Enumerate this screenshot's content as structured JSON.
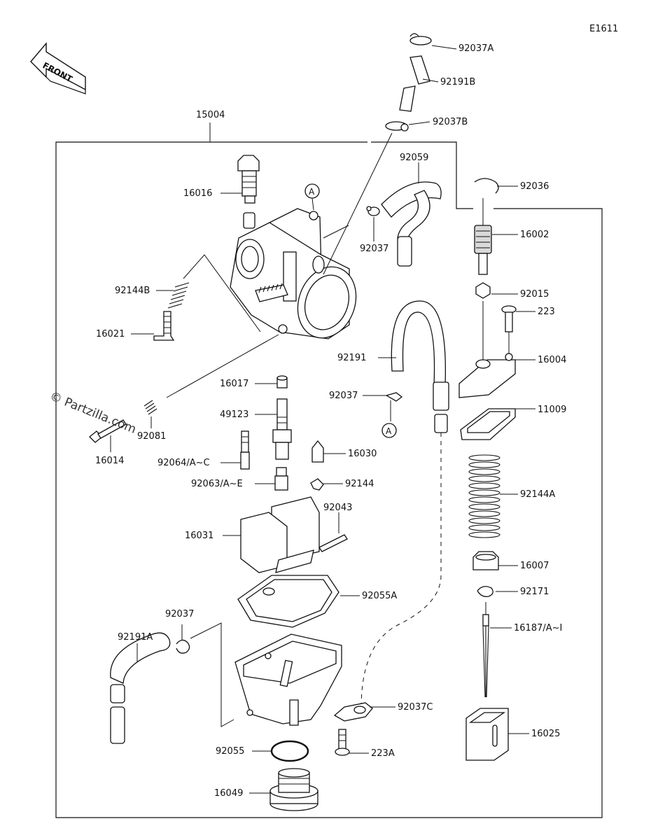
{
  "diagram": {
    "code": "E1611",
    "front_label": "FRONT",
    "watermark": "© Partzilla.com",
    "parts": [
      {
        "id": "92037A"
      },
      {
        "id": "92191B"
      },
      {
        "id": "92037B"
      },
      {
        "id": "15004"
      },
      {
        "id": "92059"
      },
      {
        "id": "92036"
      },
      {
        "id": "16016"
      },
      {
        "id": "A"
      },
      {
        "id": "92037"
      },
      {
        "id": "16002"
      },
      {
        "id": "92144B"
      },
      {
        "id": "92015"
      },
      {
        "id": "223"
      },
      {
        "id": "16021"
      },
      {
        "id": "92191"
      },
      {
        "id": "16004"
      },
      {
        "id": "16017"
      },
      {
        "id": "92037"
      },
      {
        "id": "11009"
      },
      {
        "id": "49123"
      },
      {
        "id": "A"
      },
      {
        "id": "92081"
      },
      {
        "id": "16014"
      },
      {
        "id": "92064/A~C"
      },
      {
        "id": "16030"
      },
      {
        "id": "92063/A~E"
      },
      {
        "id": "92144"
      },
      {
        "id": "92144A"
      },
      {
        "id": "92043"
      },
      {
        "id": "16031"
      },
      {
        "id": "16007"
      },
      {
        "id": "92055A"
      },
      {
        "id": "92171"
      },
      {
        "id": "92037"
      },
      {
        "id": "16187/A~I"
      },
      {
        "id": "92191A"
      },
      {
        "id": "92037C"
      },
      {
        "id": "16025"
      },
      {
        "id": "92055"
      },
      {
        "id": "223A"
      },
      {
        "id": "16049"
      }
    ]
  }
}
